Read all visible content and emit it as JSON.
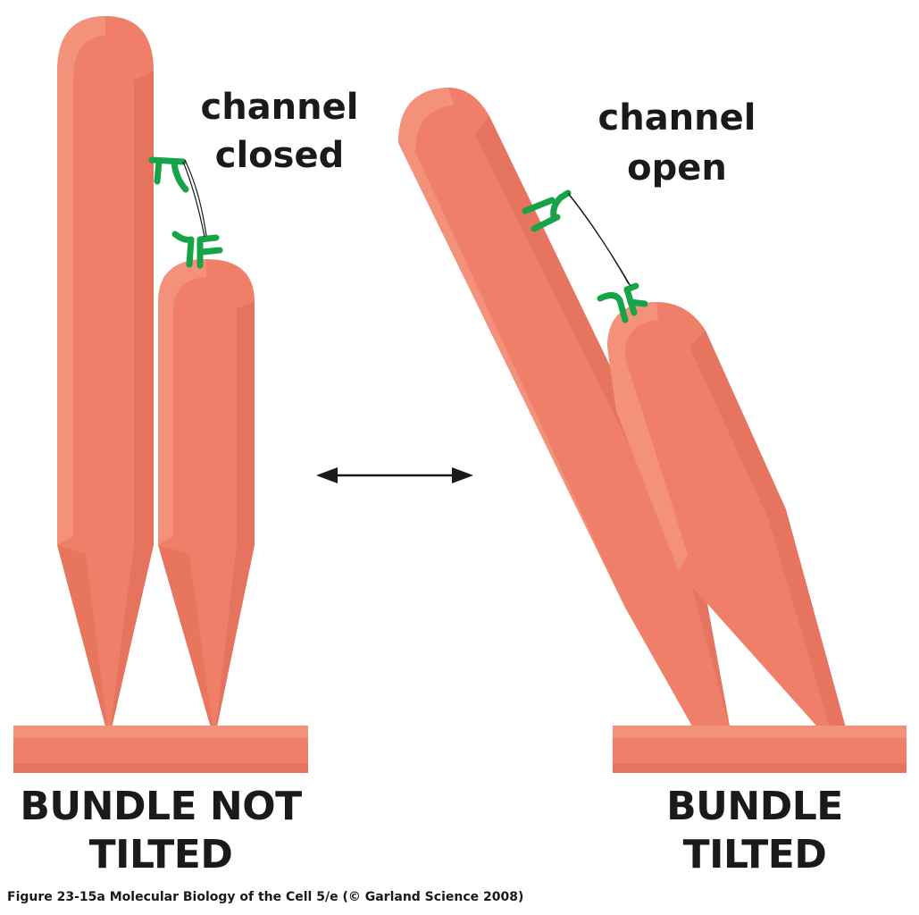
{
  "labels": {
    "left_state_line1": "channel",
    "left_state_line2": "closed",
    "right_state_line1": "channel",
    "right_state_line2": "open",
    "left_bundle_line1": "BUNDLE NOT",
    "left_bundle_line2": "TILTED",
    "right_bundle_line1": "BUNDLE",
    "right_bundle_line2": "TILTED"
  },
  "caption": "Figure 23-15a  Molecular Biology of the Cell 5/e (© Garland Science 2008)",
  "colors": {
    "stereocilium_body": "#ef7f68",
    "stereocilium_highlight": "#f79882",
    "stereocilium_shadow": "#de6a53",
    "base": "#ef7f68",
    "channel_protein": "#17a348",
    "tip_link": "#1a1a1a",
    "text": "#1a1a1a"
  }
}
